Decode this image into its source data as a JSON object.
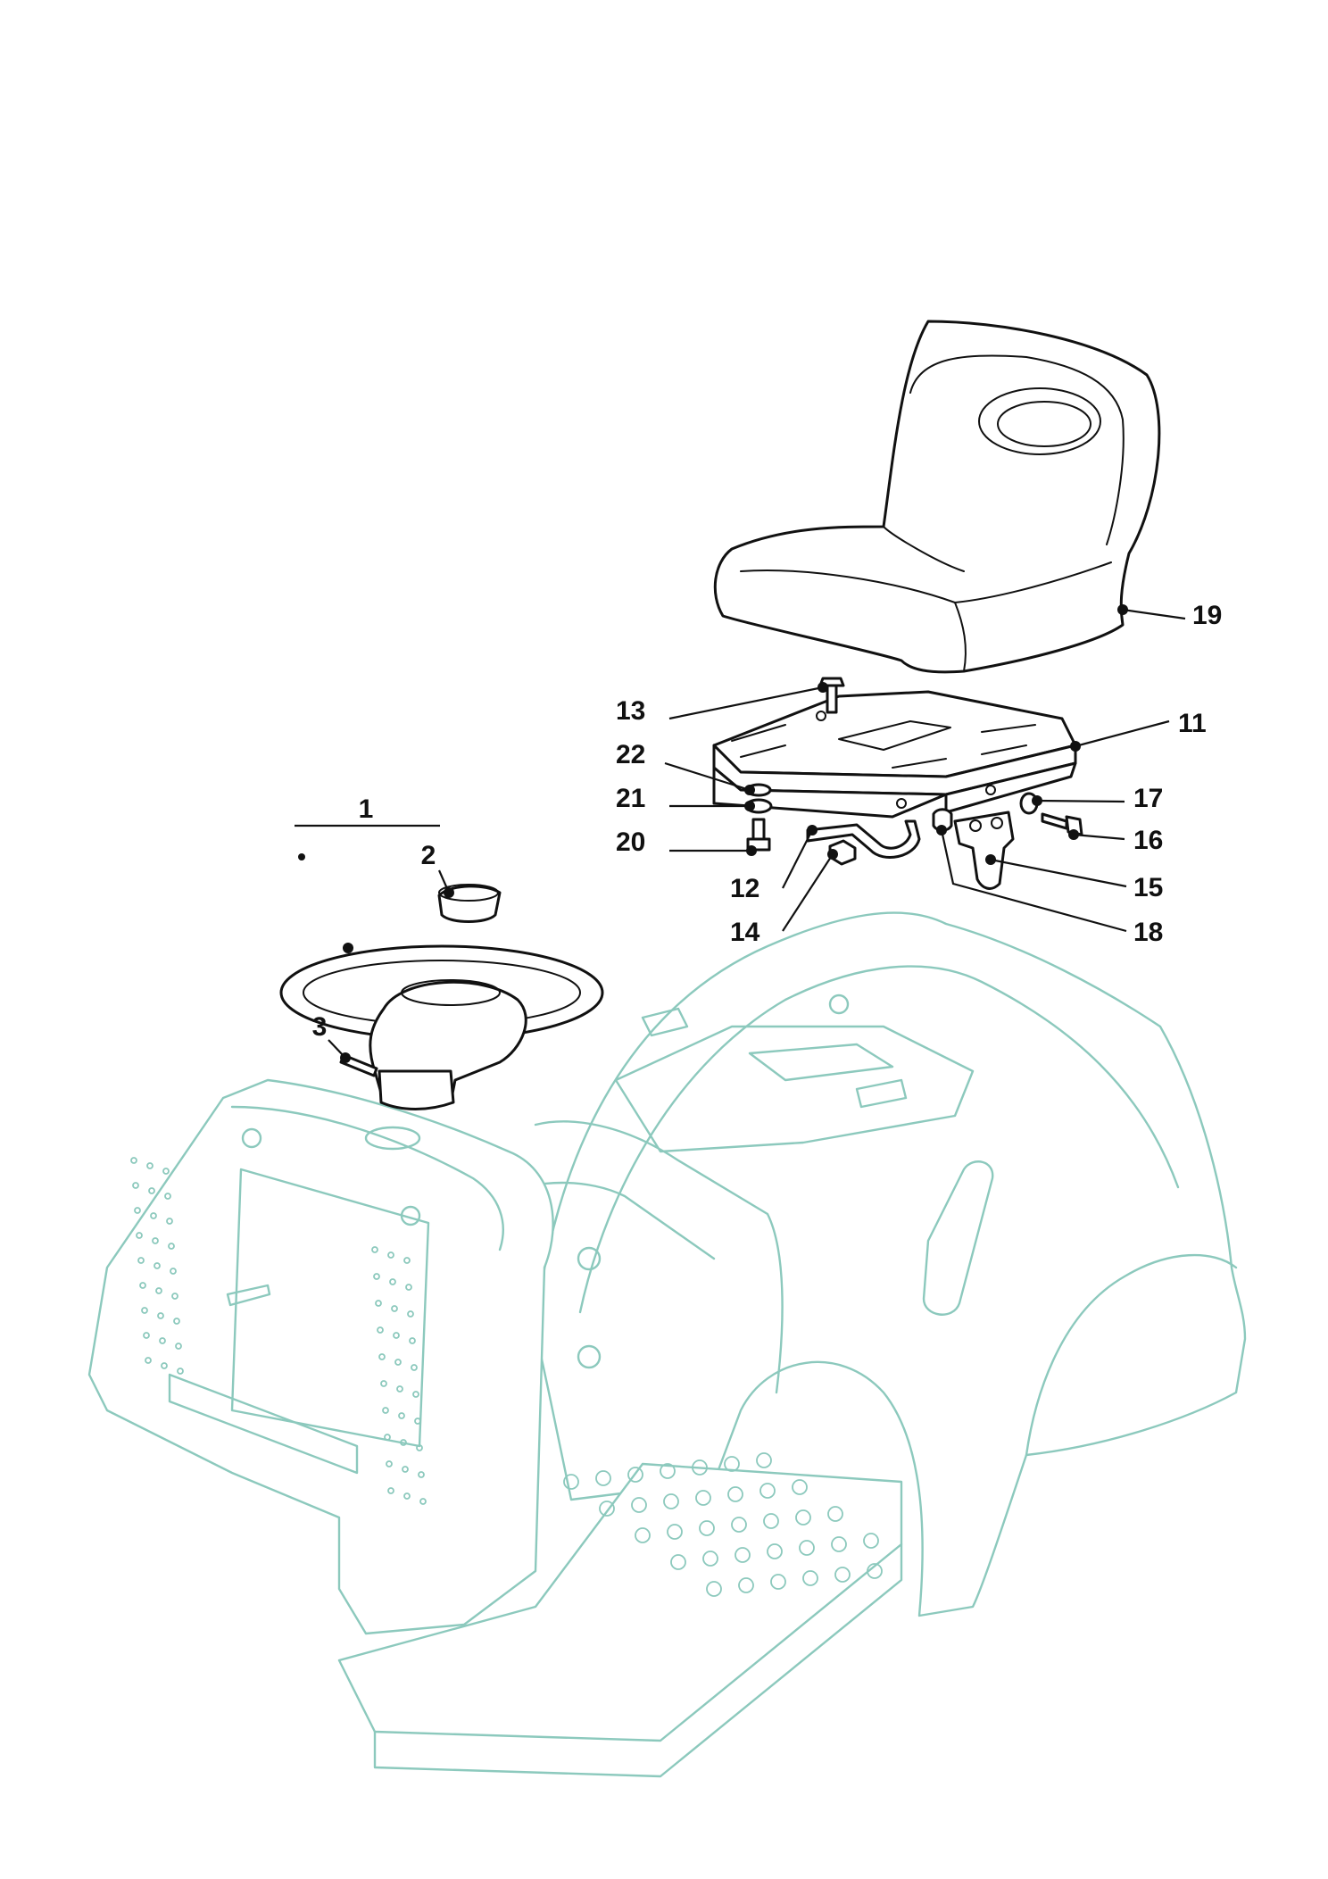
{
  "diagram": {
    "ghost_color": "#8cc9bd",
    "ink_color": "#111111",
    "callouts": [
      {
        "id": "1",
        "label": "1"
      },
      {
        "id": "2",
        "label": "2"
      },
      {
        "id": "3",
        "label": "3"
      },
      {
        "id": "11",
        "label": "11"
      },
      {
        "id": "12",
        "label": "12"
      },
      {
        "id": "13",
        "label": "13"
      },
      {
        "id": "14",
        "label": "14"
      },
      {
        "id": "15",
        "label": "15"
      },
      {
        "id": "16",
        "label": "16"
      },
      {
        "id": "17",
        "label": "17"
      },
      {
        "id": "18",
        "label": "18"
      },
      {
        "id": "19",
        "label": "19"
      },
      {
        "id": "20",
        "label": "20"
      },
      {
        "id": "21",
        "label": "21"
      },
      {
        "id": "22",
        "label": "22"
      }
    ]
  }
}
